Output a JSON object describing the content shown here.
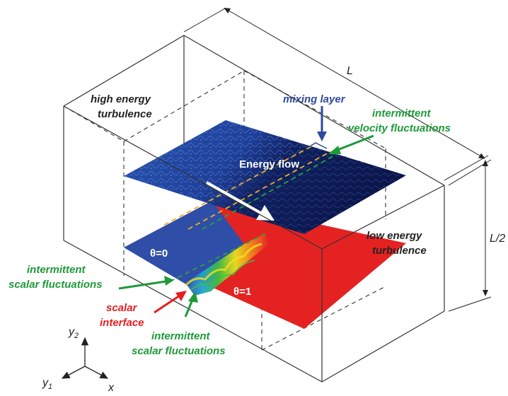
{
  "labels": {
    "high_energy_1": "high energy",
    "high_energy_2": "turbulence",
    "mixing_layer": "mixing layer",
    "vel_fluct_1": "intermittent",
    "vel_fluct_2": "velocity fluctuations",
    "energy_flow": "Energy flow",
    "low_energy_1": "low energy",
    "low_energy_2": "turbulence",
    "theta0": "θ=0",
    "theta1": "θ=1",
    "scalar_fluct_left_1": "intermittent",
    "scalar_fluct_left_2": "scalar fluctuations",
    "scalar_interface_1": "scalar",
    "scalar_interface_2": "interface",
    "scalar_fluct_bottom_1": "intermittent",
    "scalar_fluct_bottom_2": "scalar fluctuations",
    "dim_L": "L",
    "dim_L2": "L/2"
  },
  "axes": {
    "y2": "y",
    "y2_sub": "2",
    "y1": "y",
    "y1_sub": "1",
    "x": "x"
  },
  "colors": {
    "label_black": "#222222",
    "label_blue": "#2e4a9a",
    "label_green": "#1e9a3a",
    "label_red": "#e22020",
    "scalar_red": "#e52222",
    "scalar_blue": "#2f4ea8",
    "turb_dark": "#0d1a52",
    "turb_light": "#2d5cb8",
    "dash_yellow": "#e8b020",
    "dash_green": "#2aa040"
  }
}
